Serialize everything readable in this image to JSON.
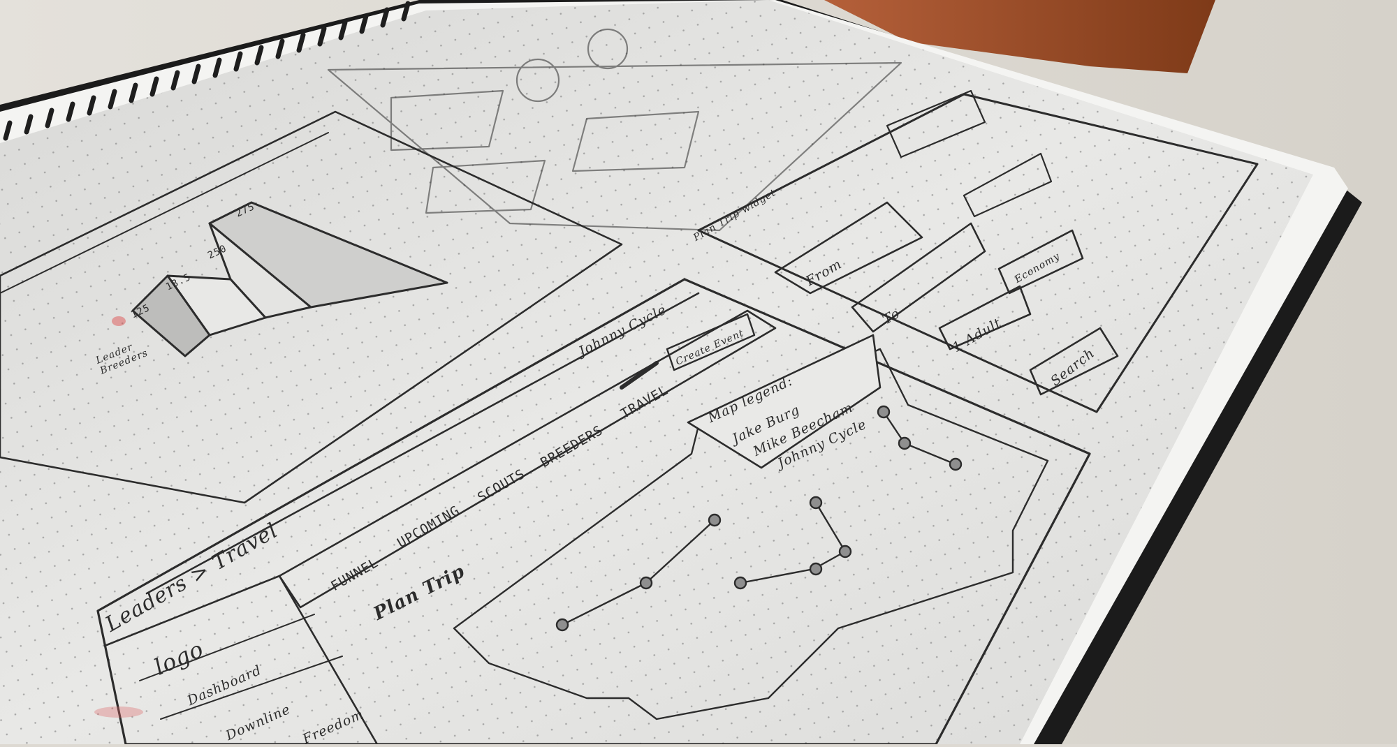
{
  "sketch": {
    "breadcrumb": "Leaders > Travel",
    "logo": "logo",
    "sidebar": [
      "Dashboard",
      "Downline",
      "Freedom"
    ],
    "tabs": [
      "FUNNEL",
      "UPCOMING",
      "SCOUTS",
      "BREEDERS",
      "TRAVEL"
    ],
    "plan_trip": "Plan Trip",
    "user_menu": "Johnny Cycle",
    "create_button": "Create Event",
    "map_legend": {
      "title": "Map legend:",
      "items": [
        "Jake Burg",
        "Mike Beecham",
        "Johnny Cycle"
      ]
    },
    "funnel_labels": {
      "leader_breeders": "Leader Breeders",
      "values": [
        "125",
        "13.5",
        "250",
        "275"
      ]
    },
    "trip_widget": {
      "title": "Plan Trip widget",
      "from_label": "From",
      "to_label": "To",
      "adults": "1 Adult",
      "economy": "Economy",
      "search_button": "Search"
    }
  },
  "colors": {
    "paper": "#e6e6e4",
    "ink": "#2c2c2c",
    "table": "#ddd9d2",
    "wood": "#9a4a22",
    "cover": "#1b1b1b"
  }
}
